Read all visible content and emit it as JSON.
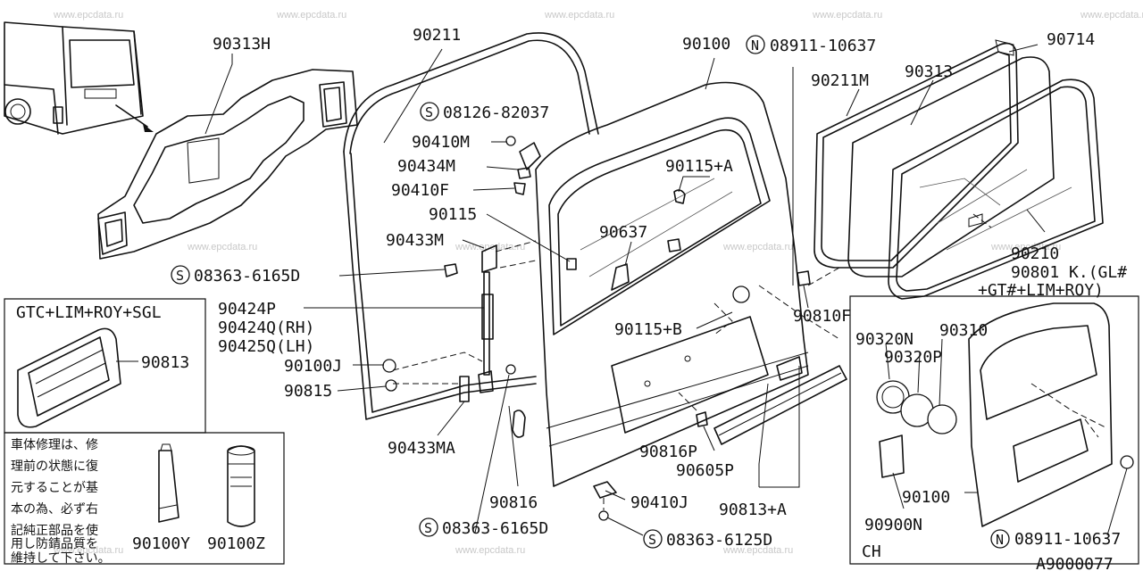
{
  "watermark": "www.epcdata.ru",
  "labels": {
    "p90313H": "90313H",
    "p90211": "90211",
    "p90100": "90100",
    "n_symbol": "N",
    "s_symbol": "S",
    "p08911_10637": "08911-10637",
    "p90714": "90714",
    "p90211M": "90211M",
    "p90313": "90313",
    "p08126_82037": "08126-82037",
    "p90410M": "90410M",
    "p90434M": "90434M",
    "p90115A": "90115+A",
    "p90410F": "90410F",
    "p90115": "90115",
    "p90637": "90637",
    "p90433M": "90433M",
    "p90210": "90210",
    "p90801K": "90801 K.(GL#",
    "p90801K_cont": "+GT#+LIM+ROY)",
    "p08363_6165D": "08363-6165D",
    "p90424P": "90424P",
    "p90424Q": "90424Q(RH)",
    "p90425Q": "90425Q(LH)",
    "p90115B": "90115+B",
    "p90810F": "90810F",
    "p90100J": "90100J",
    "p90815": "90815",
    "p90433MA": "90433MA",
    "p90816P": "90816P",
    "p90605P": "90605P",
    "p90816": "90816",
    "p90410J": "90410J",
    "p90813A": "90813+A",
    "p08363_6125D": "08363-6125D",
    "diagram_code": "A9000077"
  },
  "insets": {
    "gtc_title": "GTC+LIM+ROY+SGL",
    "p90813": "90813",
    "note": [
      "車体修理は、修",
      "理前の状態に復",
      "元することが基",
      "本の為、必ず右",
      "記純正部品を使",
      "用し防錆品質を",
      "維持して下さい。"
    ],
    "p90100Y": "90100Y",
    "p90100Z": "90100Z",
    "p90320N": "90320N",
    "p90310": "90310",
    "p90320P": "90320P",
    "p90100": "90100",
    "p90900N": "90900N",
    "ch_title": "CH"
  }
}
